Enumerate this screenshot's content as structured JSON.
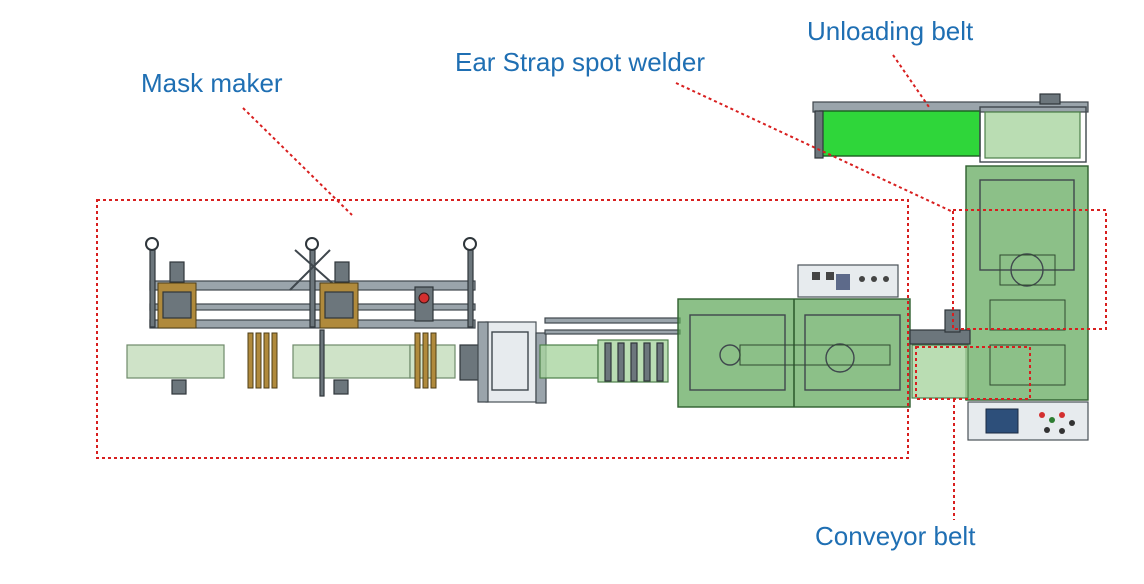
{
  "labels": {
    "mask_maker": "Mask maker",
    "ear_strap_welder": "Ear Strap spot welder",
    "unloading_belt": "Unloading belt",
    "conveyor_belt": "Conveyor belt"
  },
  "colors": {
    "label_text": "#1f6fb3",
    "callout_dashes": "#d81f1f",
    "machine_guard_green": "#5fa85a",
    "belt_green": "#2fd63a"
  }
}
